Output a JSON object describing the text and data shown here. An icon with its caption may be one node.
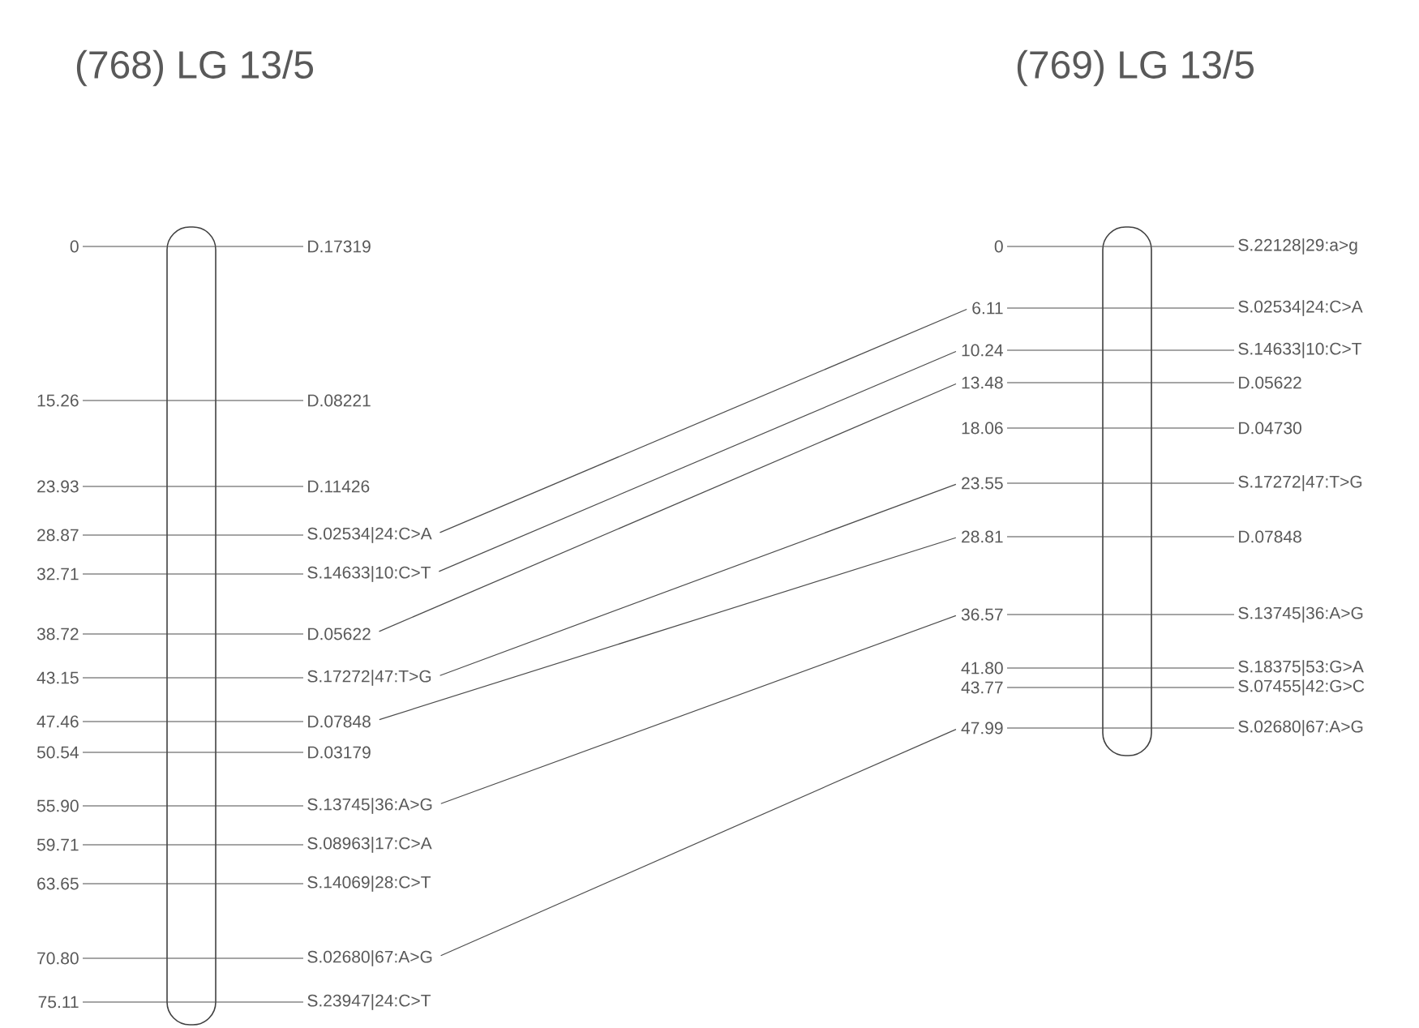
{
  "diagram": {
    "nodes": [
      {
        "text": [
          "0"
        ]
      },
      {
        "text": [
          "15.26"
        ]
      },
      {
        "text": [
          "23.93"
        ]
      },
      {
        "text": [
          "28.87"
        ]
      },
      {
        "text": [
          "32.71"
        ]
      },
      {
        "text": [
          "38.72"
        ]
      },
      {
        "text": [
          "43.15"
        ]
      },
      {
        "text": [
          "47.46"
        ]
      },
      {
        "text": [
          "50.54"
        ]
      },
      {
        "text": [
          "55.90"
        ]
      },
      {
        "text": [
          "59.71"
        ]
      },
      {
        "text": [
          "63.65"
        ]
      },
      {
        "text": [
          "70.80"
        ]
      },
      {
        "text": [
          "75.11"
        ]
      },
      {
        "text": [
          "D.17319"
        ]
      },
      {
        "text": [
          "D.08221"
        ]
      },
      {
        "text": [
          "D.11426"
        ]
      },
      {
        "text": [
          "S.02534|24:C>A"
        ]
      },
      {
        "text": [
          "S.14633|10:C>T"
        ]
      },
      {
        "text": [
          "D.05622"
        ]
      },
      {
        "text": [
          "S.17272|47:T>G"
        ]
      },
      {
        "text": [
          "D.07848"
        ]
      },
      {
        "text": [
          "D.03179"
        ]
      },
      {
        "text": [
          "S.13745|36:A>G"
        ]
      },
      {
        "text": [
          "S.08963|17:C>A"
        ]
      },
      {
        "text": [
          "S.14069|28:C>T"
        ]
      },
      {
        "text": [
          "S.02680|67:A>G"
        ]
      },
      {
        "text": [
          "S.23947|24:C>T"
        ]
      },
      {
        "text": [
          "0"
        ]
      },
      {
        "text": [
          "6.11"
        ]
      },
      {
        "text": [
          "10.24"
        ]
      },
      {
        "text": [
          "13.48"
        ]
      },
      {
        "text": [
          "18.06"
        ]
      },
      {
        "text": [
          "23.55"
        ]
      },
      {
        "text": [
          "28.81"
        ]
      },
      {
        "text": [
          "36.57"
        ]
      },
      {
        "text": [
          "41.80"
        ]
      },
      {
        "text": [
          "43.77"
        ]
      },
      {
        "text": [
          "47.99"
        ]
      },
      {
        "text": [
          "S.22128|29:a>g"
        ]
      },
      {
        "text": [
          "S.02534|24:C>A"
        ]
      },
      {
        "text": [
          "S.14633|10:C>T"
        ]
      },
      {
        "text": [
          "D.05622"
        ]
      },
      {
        "text": [
          "D.04730"
        ]
      },
      {
        "text": [
          "S.17272|47:T>G"
        ]
      },
      {
        "text": [
          "D.07848"
        ]
      },
      {
        "text": [
          "S.13745|36:A>G"
        ]
      },
      {
        "text": [
          "S.18375|53:G>A"
        ]
      },
      {
        "text": [
          "S.07455|42:G>C"
        ]
      },
      {
        "text": [
          "S.02680|67:A>G"
        ]
      }
    ],
    "edges": [
      {
        "from": 0,
        "to": 14,
        "arrow": "none"
      },
      {
        "from": 1,
        "to": 15,
        "arrow": "none"
      },
      {
        "from": 2,
        "to": 16,
        "arrow": "none"
      },
      {
        "from": 3,
        "to": 17,
        "arrow": "none"
      },
      {
        "from": 4,
        "to": 18,
        "arrow": "none"
      },
      {
        "from": 5,
        "to": 19,
        "arrow": "none"
      },
      {
        "from": 6,
        "to": 20,
        "arrow": "none"
      },
      {
        "from": 7,
        "to": 21,
        "arrow": "none"
      },
      {
        "from": 8,
        "to": 22,
        "arrow": "none"
      },
      {
        "from": 9,
        "to": 23,
        "arrow": "none"
      },
      {
        "from": 10,
        "to": 24,
        "arrow": "none"
      },
      {
        "from": 11,
        "to": 25,
        "arrow": "none"
      },
      {
        "from": 12,
        "to": 26,
        "arrow": "none"
      },
      {
        "from": 13,
        "to": 27,
        "arrow": "none"
      },
      {
        "from": 17,
        "to": 29,
        "arrow": "none"
      },
      {
        "from": 18,
        "to": 30,
        "arrow": "none"
      },
      {
        "from": 19,
        "to": 31,
        "arrow": "none"
      },
      {
        "from": 20,
        "to": 33,
        "arrow": "none"
      },
      {
        "from": 21,
        "to": 34,
        "arrow": "none"
      },
      {
        "from": 23,
        "to": 35,
        "arrow": "none"
      },
      {
        "from": 26,
        "to": 38,
        "arrow": "none"
      },
      {
        "from": 28,
        "to": 39,
        "arrow": "none"
      },
      {
        "from": 29,
        "to": 40,
        "arrow": "none"
      },
      {
        "from": 30,
        "to": 41,
        "arrow": "none"
      },
      {
        "from": 31,
        "to": 42,
        "arrow": "none"
      },
      {
        "from": 32,
        "to": 43,
        "arrow": "none"
      },
      {
        "from": 33,
        "to": 44,
        "arrow": "none"
      },
      {
        "from": 34,
        "to": 45,
        "arrow": "none"
      },
      {
        "from": 35,
        "to": 46,
        "arrow": "none"
      },
      {
        "from": 36,
        "to": 47,
        "arrow": "none"
      },
      {
        "from": 37,
        "to": 48,
        "arrow": "none"
      },
      {
        "from": 38,
        "to": 49,
        "arrow": "none"
      }
    ],
    "labels": [
      "(768) LG 13/5",
      "(769) LG 13/5"
    ]
  }
}
